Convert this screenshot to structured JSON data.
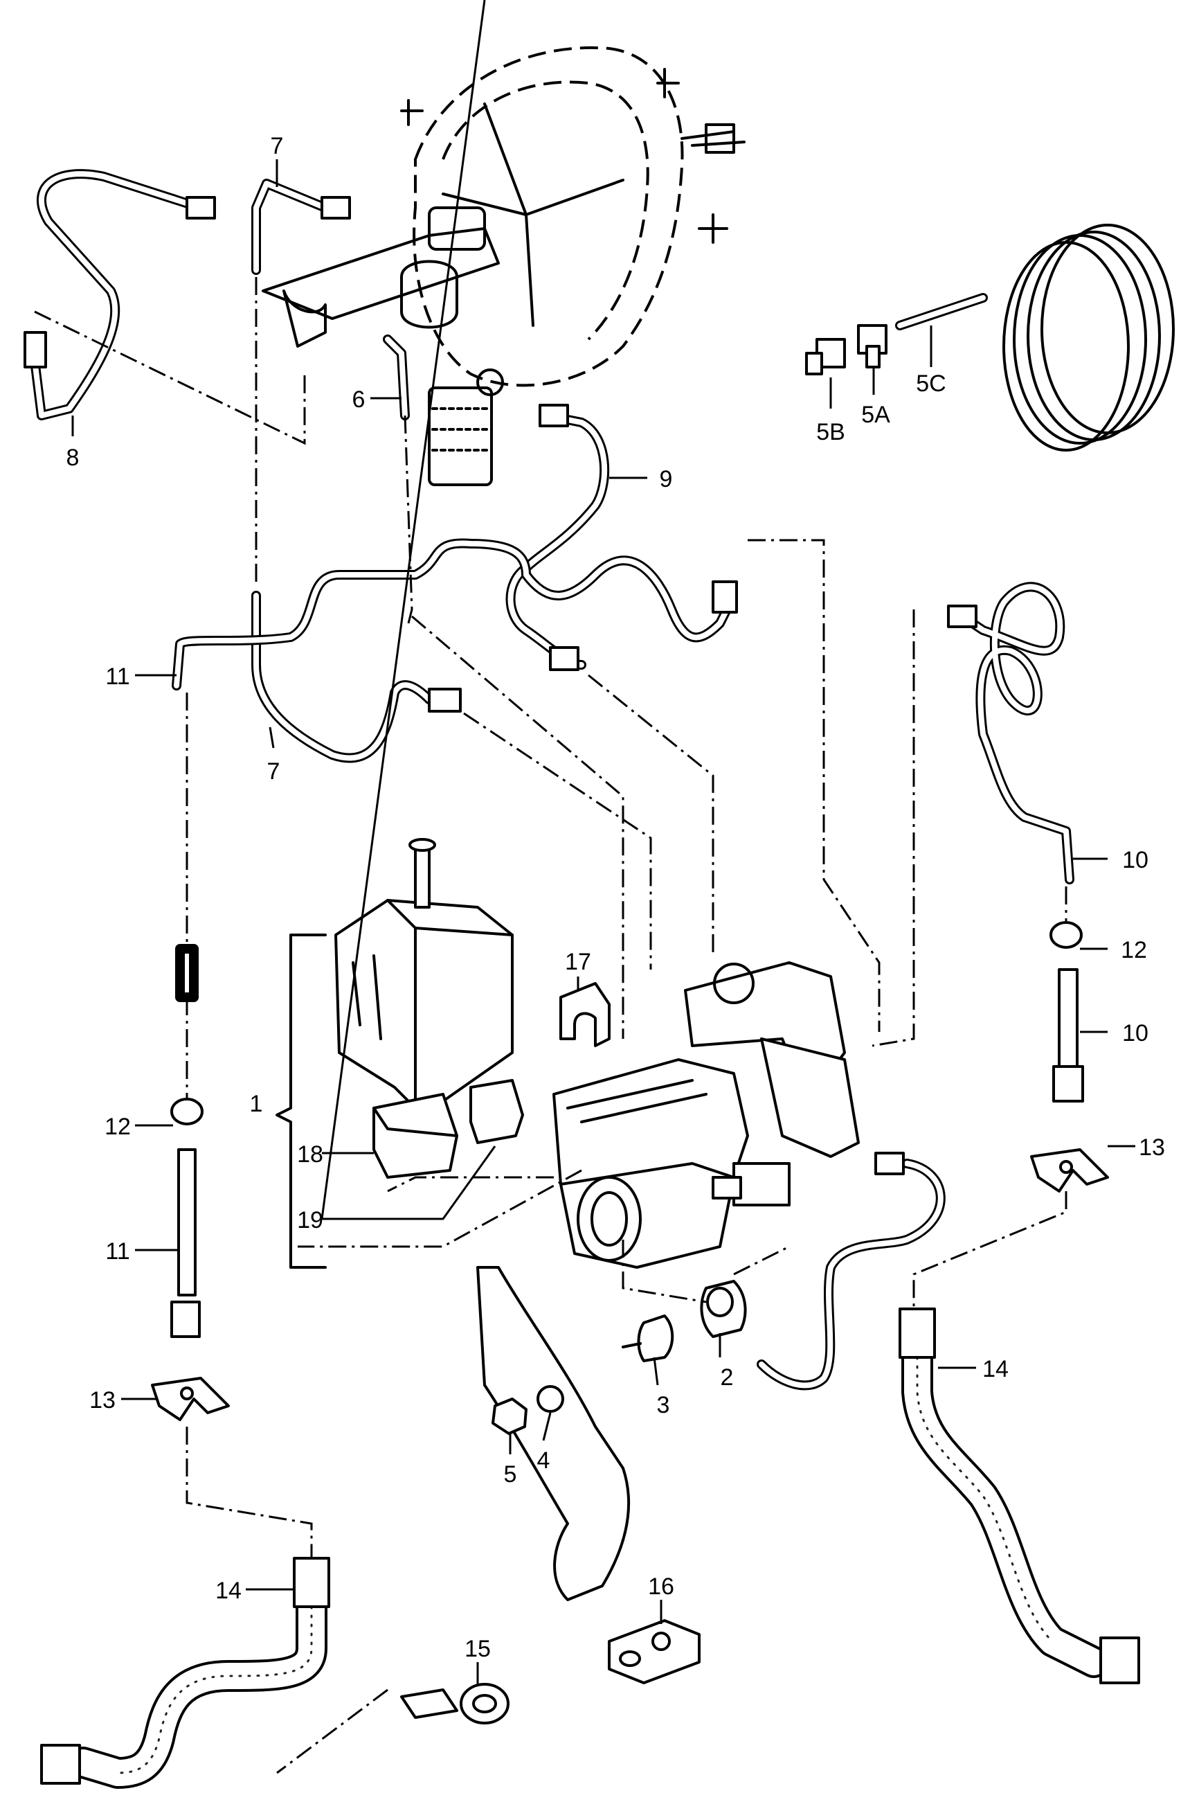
{
  "callouts": [
    {
      "text": "1"
    },
    {
      "text": "2"
    },
    {
      "text": "3"
    },
    {
      "text": "4"
    },
    {
      "text": "5"
    },
    {
      "text": "5A"
    },
    {
      "text": "5B"
    },
    {
      "text": "5C"
    },
    {
      "text": "6"
    },
    {
      "text": "7"
    },
    {
      "text": "7"
    },
    {
      "text": "8"
    },
    {
      "text": "9"
    },
    {
      "text": "10"
    },
    {
      "text": "10"
    },
    {
      "text": "11"
    },
    {
      "text": "11"
    },
    {
      "text": "12"
    },
    {
      "text": "12"
    },
    {
      "text": "13"
    },
    {
      "text": "13"
    },
    {
      "text": "14"
    },
    {
      "text": "14"
    },
    {
      "text": "15"
    },
    {
      "text": "16"
    },
    {
      "text": "17"
    },
    {
      "text": "18"
    },
    {
      "text": "19"
    }
  ]
}
